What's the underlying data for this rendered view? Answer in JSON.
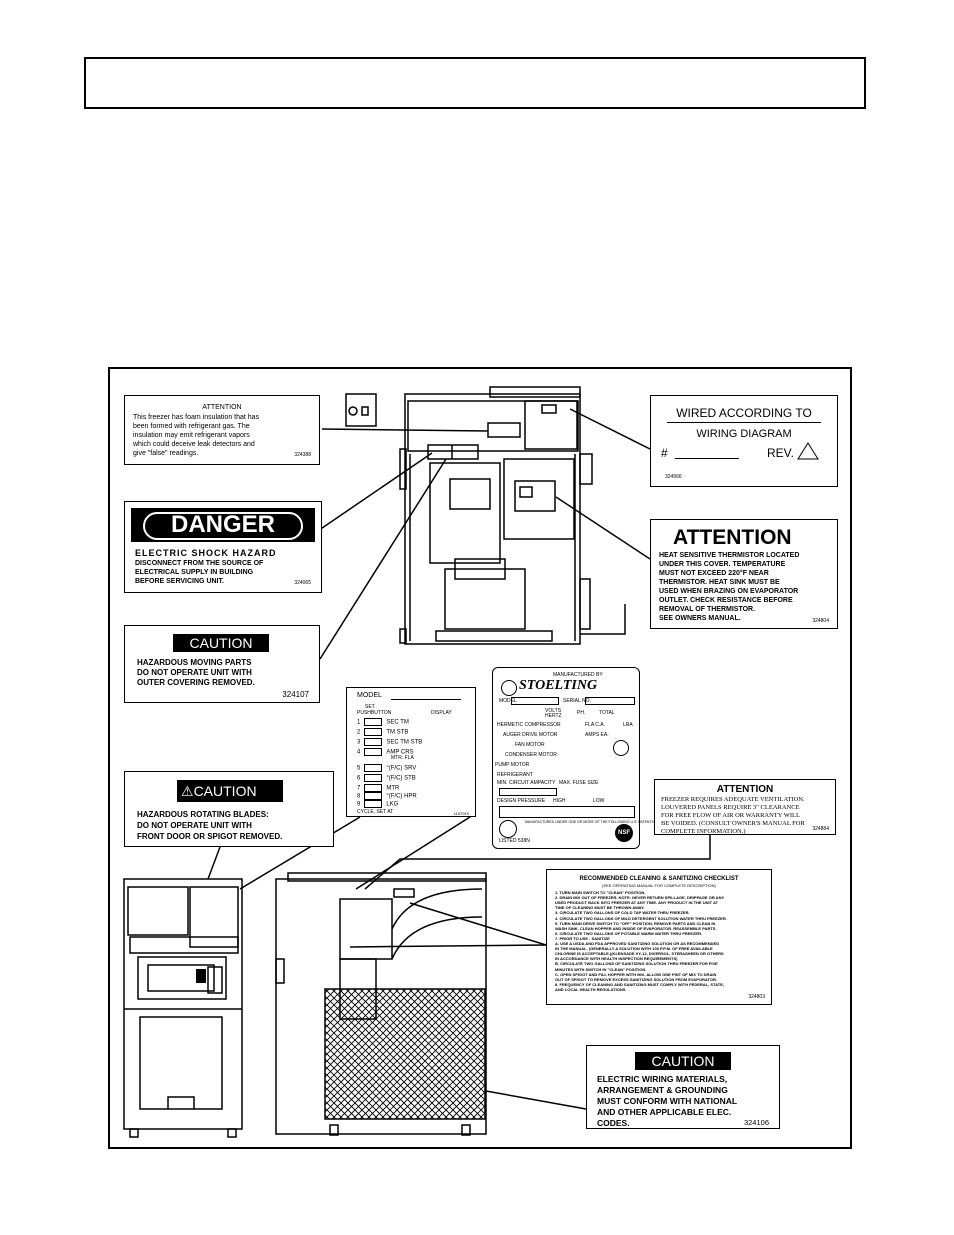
{
  "header": {
    "title": ""
  },
  "labels": {
    "attention_foam": {
      "title": "ATTENTION",
      "lines": [
        "This freezer has foam insulation that has",
        "been formed with refrigerant gas. The",
        "insulation may emit refrigerant vapors",
        "which could deceive leak detectors and",
        "give \"false\" readings."
      ],
      "part": "324388"
    },
    "wired": {
      "line1": "WIRED ACCORDING TO",
      "line2": "WIRING DIAGRAM",
      "hash": "#",
      "rev": "REV.",
      "part": "324566"
    },
    "danger": {
      "title": "DANGER",
      "line1": "ELECTRIC SHOCK HAZARD",
      "line2": "DISCONNECT FROM THE SOURCE OF",
      "line3": "ELECTRICAL SUPPLY IN BUILDING",
      "line4": "BEFORE SERVICING UNIT.",
      "part": "324065"
    },
    "attention_thermistor": {
      "title": "ATTENTION",
      "lines": [
        "HEAT SENSITIVE THERMISTOR LOCATED",
        "UNDER THIS COVER. TEMPERATURE",
        "MUST NOT EXCEED 220°F NEAR",
        "THERMISTOR. HEAT SINK MUST BE",
        "USED WHEN BRAZING ON EVAPORATOR",
        "OUTLET. CHECK RESISTANCE BEFORE",
        "REMOVAL OF THERMISTOR.",
        "SEE OWNERS MANUAL."
      ],
      "part": "324804"
    },
    "caution_moving": {
      "title": "CAUTION",
      "line1": "HAZARDOUS MOVING PARTS",
      "line2": "DO NOT OPERATE UNIT WITH",
      "line3": "OUTER COVERING REMOVED.",
      "part": "324107"
    },
    "model_plate": {
      "model": "MODEL",
      "set": "SET",
      "pushbutton": "PUSHBUTTON",
      "display": "DISPLAY",
      "rows": [
        {
          "num": "1",
          "disp": "SEC   TM"
        },
        {
          "num": "2",
          "disp": "TM   STB"
        },
        {
          "num": "3",
          "disp": "SEC  TM   STB"
        },
        {
          "num": "4",
          "disp": "AMP   CRS"
        },
        {
          "num": "5",
          "disp": "°(F/C)   SRV"
        },
        {
          "num": "6",
          "disp": "°(F/C)   STB"
        },
        {
          "num": "7",
          "disp": "MTR"
        },
        {
          "num": "8",
          "disp": "°(F/C)   HPR"
        },
        {
          "num": "9",
          "disp": "LKG"
        }
      ],
      "mtr_fla": "MTR. FLA",
      "cycle": "CYCLE, SET AT",
      "part": "1157919"
    },
    "stoelting": {
      "maker": "MANUFACTURED BY",
      "brand": "STOELTING",
      "model": "MODEL",
      "serial": "SERIAL NO.",
      "volts": "VOLTS",
      "hertz": "HERTZ",
      "ph": "PH.",
      "total": "TOTAL",
      "hermetic": "HERMETIC COMPRESSOR",
      "fla": "FLA  C.A.",
      "lra": "LRA",
      "auger": "AUGER DRIVE MOTOR",
      "fan": "FAN MOTOR",
      "condenser": "CONDENSER MOTOR",
      "pump": "PUMP MOTOR",
      "amps": "AMPS EA.",
      "refrigerant": "REFRIGERANT",
      "min_circuit": "MIN. CIRCUIT AMPACITY",
      "max_fuse": "MAX. FUSE SIZE",
      "design": "DESIGN PRESSURE",
      "high": "HIGH",
      "low": "LOW",
      "patents": "MANUFACTURED UNDER ONE OR MORE OF THE FOLLOWING U.S. PATENTS",
      "listed": "LISTED 538N",
      "nsf": "NSF"
    },
    "caution_blades": {
      "title": "CAUTION",
      "line1": "HAZARDOUS ROTATING BLADES:",
      "line2": "DO NOT OPERATE UNIT WITH",
      "line3": "FRONT DOOR OR SPIGOT REMOVED."
    },
    "attention_vent": {
      "title": "ATTENTION",
      "lines": [
        "FREEZER REQUIRES ADEQUATE VENTILATION.",
        "LOUVERED PANELS REQUIRE 3\" CLEARANCE",
        "FOR FREE FLOW OF AIR OR WARRANTY WILL",
        "BE VOIDED. (CONSULT OWNER'S MANUAL FOR",
        "COMPLETE INFORMATION.)"
      ],
      "part": "324884"
    },
    "checklist": {
      "title": "RECOMMENDED CLEANING & SANITIZING CHECKLIST",
      "subtitle": "(SEE OPERATING MANUAL FOR COMPLETE DESCRIPTION)",
      "lines": [
        "1. TURN MAIN SWITCH TO \"CLEAN\" POSITION.",
        "2. DRAIN MIX OUT OF FREEZER. NOTE: NEVER RETURN SPILLAGE, DRIPPAGE OR ANY",
        "   USED PRODUCT BACK INTO FREEZER AT ANY TIME. ANY PRODUCT IN THE UNIT AT",
        "   TIME OF CLEANING MUST BE THROWN AWAY.",
        "3. CIRCULATE TWO GALLONS OF COLD TAP WATER THRU FREEZER.",
        "4. CIRCULATE TWO GALLONS OF MILD DETERGENT SOLUTION WATER THRU FREEZER.",
        "5. TURN MAIN DRIVE SWITCH TO \"OFF\" POSITION. REMOVE PARTS AND CLEAN IN",
        "   WASH SINK. CLEAN HOPPER AND INSIDE OF EVAPORATOR. REASSEMBLE PARTS.",
        "6. CIRCULATE TWO GALLONS OF POTABLE WARM WATER THRU FREEZER.",
        "7. PRIOR TO USE - SANITIZE",
        "   A. USE A USDA AND FDA APPROVED SANITIZING SOLUTION OR AS RECOMMENDED",
        "      IN THE MANUAL. (GENERALLY A SOLUTION WITH 100 P.P.M. OF FREE AVAILABLE",
        "      CHLORINE IS ACCEPTABLE.)(KLENSADE XY-12, DIVERSOL, STERASHEEN OR OTHERS",
        "      IN ACCORDANCE WITH HEALTH INSPECTION REQUIREMENTS)",
        "   B. CIRCULATE TWO GALLONS OF SANITIZING SOLUTION THRU FREEZER FOR FIVE",
        "      MINUTES WITH SWITCH IN \"CLEAN\" POSITION.",
        "   C. OPEN SPIGOT AND FILL HOPPER WITH MIX. ALLOW ONE PINT OF MIX TO DRAIN",
        "      OUT OF SPIGOT TO REMOVE EXCESS SANITIZING SOLUTION FROM EVAPORATOR.",
        "8. FREQUENCY OF CLEANING AND SANITIZING MUST COMPLY WITH FEDERAL, STATE,",
        "   AND LOCAL HEALTH REGULATIONS."
      ],
      "part": "324803"
    },
    "caution_wiring": {
      "title": "CAUTION",
      "line1": "ELECTRIC WIRING MATERIALS,",
      "line2": "ARRANGEMENT & GROUNDING",
      "line3": "MUST CONFORM WITH NATIONAL",
      "line4": "AND OTHER APPLICABLE ELEC.",
      "line5": "CODES.",
      "part": "324106"
    }
  }
}
